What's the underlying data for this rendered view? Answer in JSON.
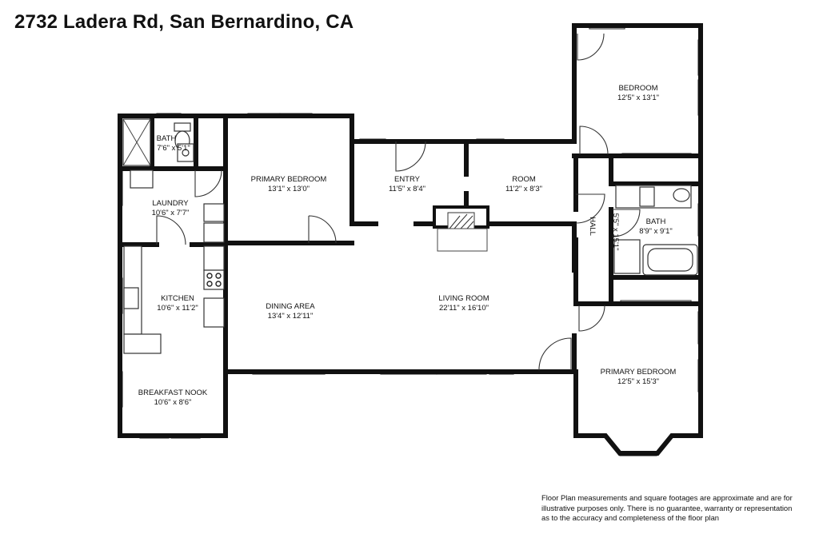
{
  "title": "2732 Ladera Rd, San Bernardino, CA",
  "rooms": {
    "bath_small": {
      "name": "BATH",
      "size": "7'6\" x 5'1\""
    },
    "laundry": {
      "name": "LAUNDRY",
      "size": "10'6\" x 7'7\""
    },
    "primary_bedroom_1": {
      "name": "PRIMARY BEDROOM",
      "size": "13'1\" x 13'0\""
    },
    "entry": {
      "name": "ENTRY",
      "size": "11'5\" x 8'4\""
    },
    "room": {
      "name": "ROOM",
      "size": "11'2\" x 8'3\""
    },
    "bedroom": {
      "name": "BEDROOM",
      "size": "12'5\" x 13'1\""
    },
    "hall": {
      "name": "HALL",
      "size": "5'5\" x 15'1\""
    },
    "bath_large": {
      "name": "BATH",
      "size": "8'9\" x 9'1\""
    },
    "kitchen": {
      "name": "KITCHEN",
      "size": "10'6\" x 11'2\""
    },
    "dining": {
      "name": "DINING AREA",
      "size": "13'4\" x 12'11\""
    },
    "living": {
      "name": "LIVING ROOM",
      "size": "22'11\" x 16'10\""
    },
    "primary_bedroom_2": {
      "name": "PRIMARY BEDROOM",
      "size": "12'5\" x 15'3\""
    },
    "breakfast": {
      "name": "BREAKFAST NOOK",
      "size": "10'6\" x 8'6\""
    }
  },
  "disclaimer": {
    "line1": "Floor Plan measurements and square footages are approximate and are for",
    "line2": "illustrative purposes only. There is no guarantee, warranty or representation",
    "line3": "as to the accuracy and completeness of the floor plan"
  }
}
